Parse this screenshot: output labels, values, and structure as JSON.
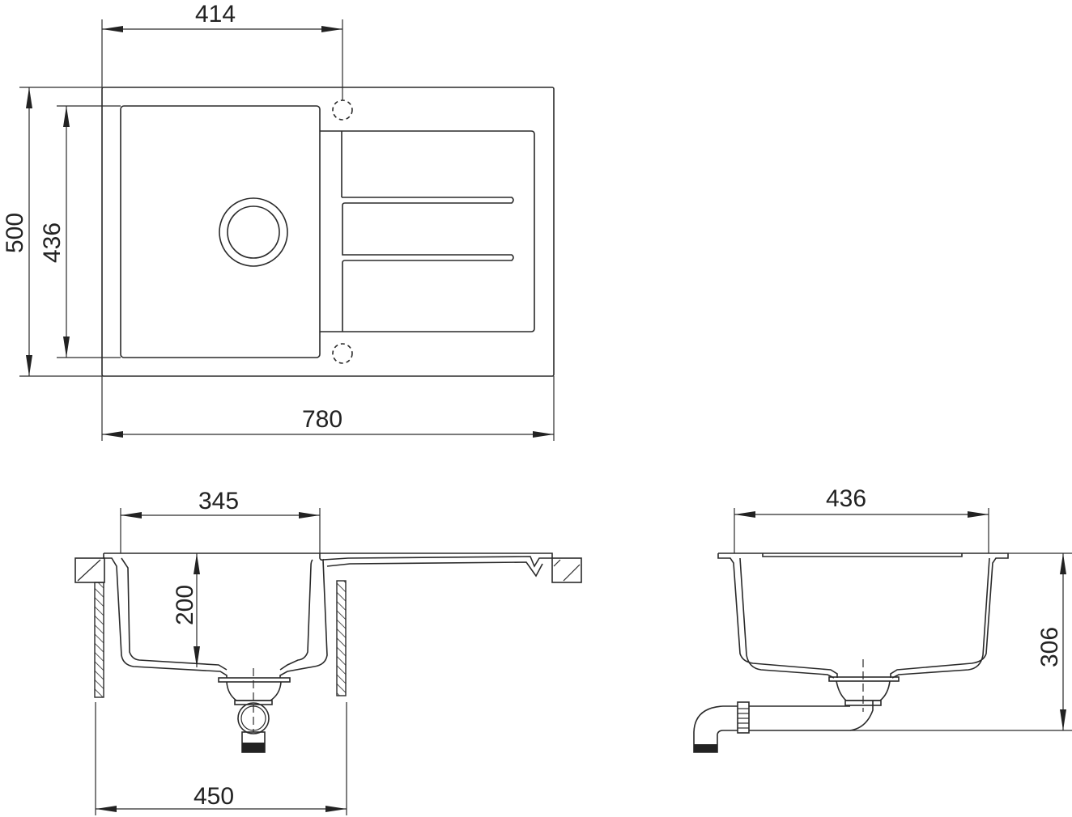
{
  "drawing": {
    "type": "technical dimension drawing",
    "subject": "kitchen sink with drainboard",
    "units": "mm",
    "line_color": "#2a2a2a",
    "background": "#ffffff"
  },
  "top_view": {
    "dimensions": {
      "bowl_plus_rim_width": "414",
      "overall_depth": "500",
      "bowl_depth": "436",
      "overall_width": "780"
    },
    "features": [
      "bowl",
      "drain-hole",
      "drainboard",
      "drainboard-grooves",
      "tap-hole-marker-top",
      "tap-hole-marker-bottom"
    ]
  },
  "front_section_view": {
    "dimensions": {
      "bowl_width": "345",
      "bowl_depth": "200",
      "cabinet_width": "450"
    },
    "features": [
      "countertop-cut",
      "cabinet-wall-left",
      "cabinet-wall-right",
      "drain-strainer",
      "waste-pipe"
    ]
  },
  "side_section_view": {
    "dimensions": {
      "bowl_length": "436",
      "total_height": "306"
    },
    "features": [
      "bowl-section",
      "drain-strainer",
      "siphon-elbow"
    ]
  }
}
